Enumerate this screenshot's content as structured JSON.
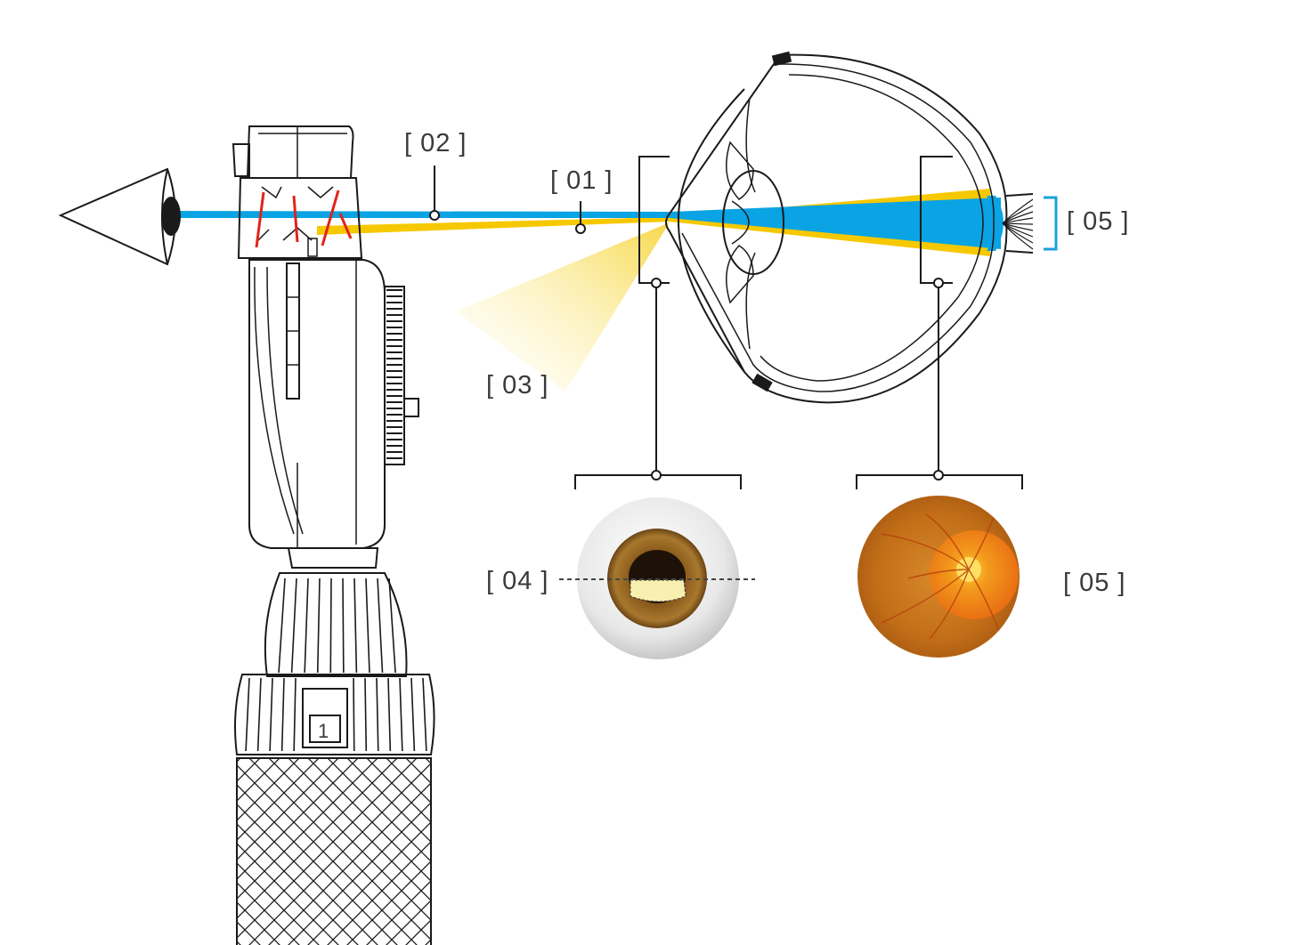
{
  "labels": {
    "l01": "[ 01 ]",
    "l02": "[ 02 ]",
    "l03": "[ 03 ]",
    "l04": "[ 04 ]",
    "l05_top": "[ 05 ]",
    "l05_bottom": "[ 05 ]",
    "handle_number": "1"
  },
  "colors": {
    "blue_beam": "#0aa3e3",
    "yellow_beam": "#f6c800",
    "bracket_blue": "#1aa0dc",
    "filament_red": "#e2231a",
    "line_dark": "#1a1a1a",
    "label_text": "#3a3a3a"
  },
  "icons": {
    "instrument": "ophthalmoscope-icon",
    "observer_eye": "observer-eye-icon",
    "eye_cross_section": "eye-cross-section-icon",
    "pupil_view": "pupil-view-icon",
    "fundus_view": "fundus-view-icon"
  }
}
